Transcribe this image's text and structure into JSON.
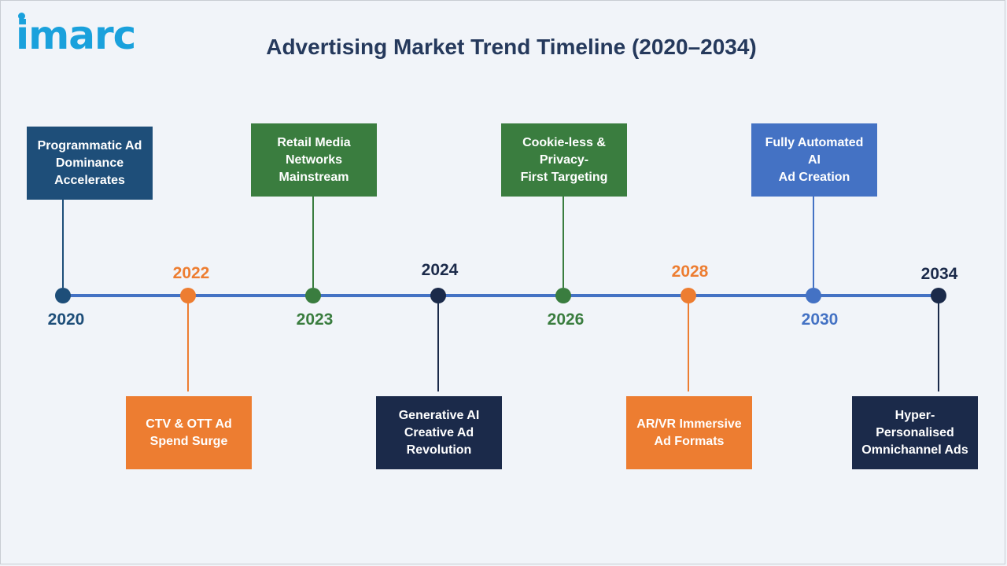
{
  "logo": "imarc",
  "title": "Advertising Market Trend Timeline (2020–2034)",
  "colors": {
    "dark_blue": "#1e4e79",
    "orange": "#ed7d31",
    "green": "#3a7d3f",
    "navy": "#1b2a4a",
    "blue": "#4472c4",
    "year_dark_blue": "#1e4e79",
    "year_orange": "#ed7d31",
    "year_green": "#3a7d3f",
    "year_navy": "#1b2a4a",
    "year_blue": "#4472c4"
  },
  "milestones": [
    {
      "year": "2020",
      "label": "Programmatic Ad\nDominance\nAccelerates"
    },
    {
      "year": "2022",
      "label": "CTV & OTT Ad\nSpend Surge"
    },
    {
      "year": "2023",
      "label": "Retail Media\nNetworks\nMainstream"
    },
    {
      "year": "2024",
      "label": "Generative AI\nCreative Ad\nRevolution"
    },
    {
      "year": "2026",
      "label": "Cookie-less &\nPrivacy-\nFirst Targeting"
    },
    {
      "year": "2028",
      "label": "AR/VR Immersive\nAd Formats"
    },
    {
      "year": "2030",
      "label": "Fully Automated\nAI\nAd Creation"
    },
    {
      "year": "2034",
      "label": "Hyper-\nPersonalised\nOmnichannel Ads"
    }
  ]
}
